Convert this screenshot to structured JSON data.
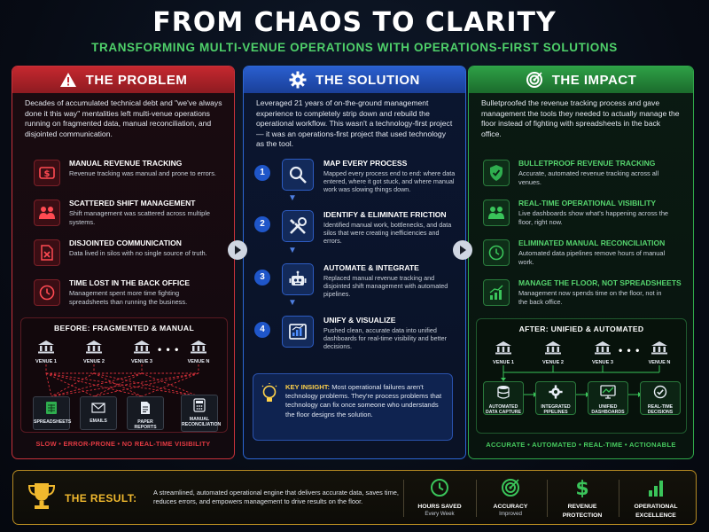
{
  "title": "FROM CHAOS TO CLARITY",
  "subtitle": "TRANSFORMING MULTI-VENUE OPERATIONS WITH OPERATIONS-FIRST SOLUTIONS",
  "colors": {
    "problem": "#c8323a",
    "solution": "#2c67d4",
    "impact": "#2fa84a",
    "accent_green": "#4fd16a",
    "gold": "#f0b92e"
  },
  "problem": {
    "heading": "THE PROBLEM",
    "intro": "Decades of accumulated technical debt and \"we've always done it this way\" mentalities left multi-venue operations running on fragmented data, manual reconciliation, and disjointed communication.",
    "items": [
      {
        "icon": "dollar-icon",
        "title": "MANUAL REVENUE TRACKING",
        "desc": "Revenue tracking was manual and prone to errors."
      },
      {
        "icon": "people-icon",
        "title": "SCATTERED SHIFT MANAGEMENT",
        "desc": "Shift management was scattered across multiple systems."
      },
      {
        "icon": "doc-x-icon",
        "title": "DISJOINTED COMMUNICATION",
        "desc": "Data lived in silos with no single source of truth."
      },
      {
        "icon": "clock-icon",
        "title": "TIME LOST IN THE BACK OFFICE",
        "desc": "Management spent more time fighting spreadsheets than running the business."
      }
    ],
    "before": {
      "title": "BEFORE: FRAGMENTED &  MANUAL",
      "venues": [
        "VENUE 1",
        "VENUE 2",
        "VENUE 3",
        "VENUE N"
      ],
      "ellipsis": "• • •",
      "sinks": [
        "SPREADSHEETS",
        "EMAILS",
        "PAPER REPORTS",
        "MANUAL RECONCILIATION"
      ],
      "footer": "SLOW • ERROR-PRONE • NO REAL-TIME VISIBILITY"
    }
  },
  "solution": {
    "heading": "THE SOLUTION",
    "intro": "Leveraged 21 years of on-the-ground management experience to completely strip down and rebuild the operational workflow. This wasn't a technology-first project — it was an operations-first project that used technology as the tool.",
    "steps": [
      {
        "num": "1",
        "icon": "magnifier-icon",
        "title": "MAP EVERY PROCESS",
        "desc": "Mapped every process end to end: where data entered, where it got stuck, and where manual work was slowing things down."
      },
      {
        "num": "2",
        "icon": "tools-icon",
        "title": "IDENTIFY & ELIMINATE FRICTION",
        "desc": "Identified manual work, bottlenecks, and data silos that were creating inefficiencies and errors."
      },
      {
        "num": "3",
        "icon": "robot-icon",
        "title": "AUTOMATE & INTEGRATE",
        "desc": "Replaced manual revenue tracking and disjointed shift management with automated pipelines."
      },
      {
        "num": "4",
        "icon": "dashboard-icon",
        "title": "UNIFY & VISUALIZE",
        "desc": "Pushed clean, accurate data into unified dashboards for real-time visibility and better decisions."
      }
    ],
    "insight_label": "KEY INSIGHT:",
    "insight_text": " Most operational failures aren't technology problems. They're process problems that technology can fix once someone who understands the floor designs the solution."
  },
  "impact": {
    "heading": "THE IMPACT",
    "intro": "Bulletproofed the revenue tracking process and gave management the tools they needed to actually manage the floor instead of fighting with spreadsheets in the back office.",
    "items": [
      {
        "icon": "shield-check-icon",
        "title": "BULLETPROOF REVENUE TRACKING",
        "desc": "Accurate, automated revenue tracking across all venues."
      },
      {
        "icon": "people-icon",
        "title": "REAL-TIME OPERATIONAL VISIBILITY",
        "desc": "Live dashboards show what's happening across the floor, right now."
      },
      {
        "icon": "clock-icon",
        "title": "ELIMINATED MANUAL RECONCILIATION",
        "desc": "Automated data pipelines remove hours of manual work."
      },
      {
        "icon": "growth-chart-icon",
        "title": "MANAGE THE FLOOR, NOT SPREADSHEETS",
        "desc": "Management now spends time on the floor, not in the back office."
      }
    ],
    "after": {
      "title": "AFTER: UNIFIED &  AUTOMATED",
      "venues": [
        "VENUE 1",
        "VENUE 2",
        "VENUE 3",
        "VENUE N"
      ],
      "ellipsis": "• • •",
      "stages": [
        "AUTOMATED DATA CAPTURE",
        "INTEGRATED PIPELINES",
        "UNIFIED DASHBOARDS",
        "REAL-TIME DECISIONS"
      ],
      "footer": "ACCURATE • AUTOMATED • REAL-TIME • ACTIONABLE"
    }
  },
  "result": {
    "label": "THE RESULT:",
    "text": "A streamlined, automated operational engine that delivers accurate data, saves time, reduces errors, and empowers management to drive results on the floor.",
    "stats": [
      {
        "icon": "clock-icon",
        "line1": "HOURS SAVED",
        "line2": "Every Week"
      },
      {
        "icon": "target-icon",
        "line1": "ACCURACY",
        "line2": "Improved"
      },
      {
        "icon": "dollar-icon",
        "line1": "REVENUE",
        "line2": "PROTECTION"
      },
      {
        "icon": "bar-chart-icon",
        "line1": "OPERATIONAL",
        "line2": "EXCELLENCE"
      }
    ]
  }
}
